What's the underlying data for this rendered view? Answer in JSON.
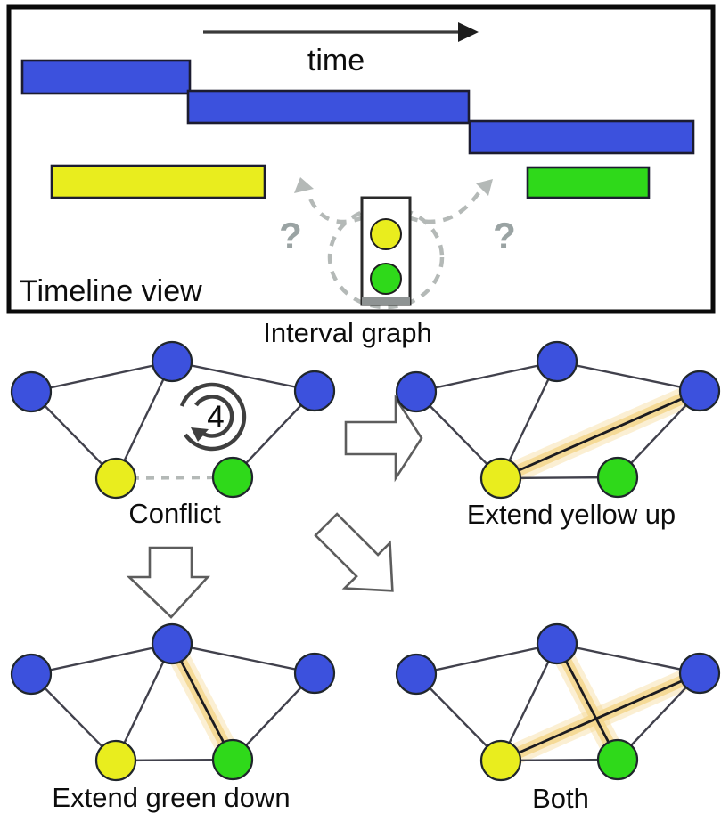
{
  "colors": {
    "blue": "#3c51dd",
    "yellow": "#e9ed1e",
    "green": "#2fd91a",
    "edge": "#41414c",
    "dash": "#b4b9b7",
    "glow": "#f5d78d",
    "question": "#9aa3a3",
    "outline": "#5d5d5d"
  },
  "timeline": {
    "title": "Timeline view",
    "axis_label": "time",
    "question_left": "?",
    "question_right": "?",
    "intervals": [
      {
        "color": "blue",
        "row": 1
      },
      {
        "color": "blue",
        "row": 2
      },
      {
        "color": "blue",
        "row": 3
      },
      {
        "color": "yellow",
        "row": 4
      },
      {
        "color": "green",
        "row": 4
      }
    ]
  },
  "heading": {
    "interval_graph": "Interval graph"
  },
  "node_colors": {
    "left": "blue",
    "top": "blue",
    "right": "blue",
    "yellow": "yellow",
    "green": "green"
  },
  "graphs": [
    {
      "label": "Conflict",
      "cycle_badge": "4",
      "edges": [
        {
          "from": "left",
          "to": "top"
        },
        {
          "from": "top",
          "to": "right"
        },
        {
          "from": "left",
          "to": "yellow"
        },
        {
          "from": "top",
          "to": "yellow"
        },
        {
          "from": "right",
          "to": "green"
        },
        {
          "from": "yellow",
          "to": "green",
          "style": "dashed"
        }
      ],
      "highlights": []
    },
    {
      "label": "Extend yellow up",
      "edges": [
        {
          "from": "left",
          "to": "top"
        },
        {
          "from": "top",
          "to": "right"
        },
        {
          "from": "left",
          "to": "yellow"
        },
        {
          "from": "top",
          "to": "yellow"
        },
        {
          "from": "right",
          "to": "green"
        },
        {
          "from": "yellow",
          "to": "green"
        },
        {
          "from": "yellow",
          "to": "right",
          "style": "new"
        }
      ],
      "highlights": [
        [
          "yellow",
          "right"
        ]
      ]
    },
    {
      "label": "Extend green down",
      "edges": [
        {
          "from": "left",
          "to": "top"
        },
        {
          "from": "top",
          "to": "right"
        },
        {
          "from": "left",
          "to": "yellow"
        },
        {
          "from": "top",
          "to": "yellow"
        },
        {
          "from": "right",
          "to": "green"
        },
        {
          "from": "yellow",
          "to": "green"
        },
        {
          "from": "top",
          "to": "green",
          "style": "new"
        }
      ],
      "highlights": [
        [
          "top",
          "green"
        ]
      ]
    },
    {
      "label": "Both",
      "edges": [
        {
          "from": "left",
          "to": "top"
        },
        {
          "from": "top",
          "to": "right"
        },
        {
          "from": "left",
          "to": "yellow"
        },
        {
          "from": "top",
          "to": "yellow"
        },
        {
          "from": "right",
          "to": "green"
        },
        {
          "from": "yellow",
          "to": "green"
        },
        {
          "from": "yellow",
          "to": "right",
          "style": "new"
        },
        {
          "from": "top",
          "to": "green",
          "style": "new"
        }
      ],
      "highlights": [
        [
          "yellow",
          "right"
        ],
        [
          "top",
          "green"
        ]
      ]
    }
  ]
}
